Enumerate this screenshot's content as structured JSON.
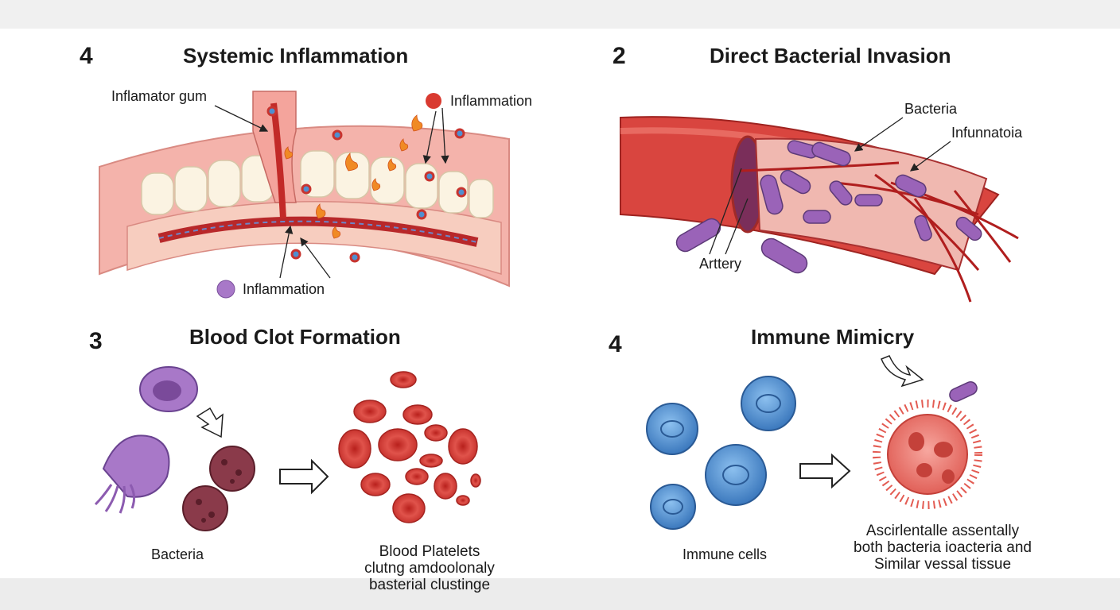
{
  "colors": {
    "gum": "#f2a7a0",
    "tooth": "#fbf3e2",
    "vessel": "#c8342f",
    "bacteria": "#9a63b8",
    "immune": "#4f8fd0",
    "rbc": "#d9453f"
  },
  "panels": [
    {
      "number": "4",
      "title": "Systemic Inflammation",
      "labels": [
        "Inflamator gum",
        "Inflammation",
        "Inflammation"
      ]
    },
    {
      "number": "2",
      "title": "Direct Bacterial Invasion",
      "labels": [
        "Bacteria",
        "Infunnatoia",
        "Arttery"
      ]
    },
    {
      "number": "3",
      "title": "Blood Clot Formation",
      "labels": [
        "Bacteria"
      ],
      "caption": [
        "Blood Platelets",
        "clutng amdoolonaly",
        "basterial clustinge"
      ]
    },
    {
      "number": "4",
      "title": "Immune Mimicry",
      "labels": [
        "Immune cells"
      ],
      "caption": [
        "Ascirlentalle assentally",
        "both bacteria ioacteria and",
        "Similar vessal tissue"
      ]
    }
  ]
}
